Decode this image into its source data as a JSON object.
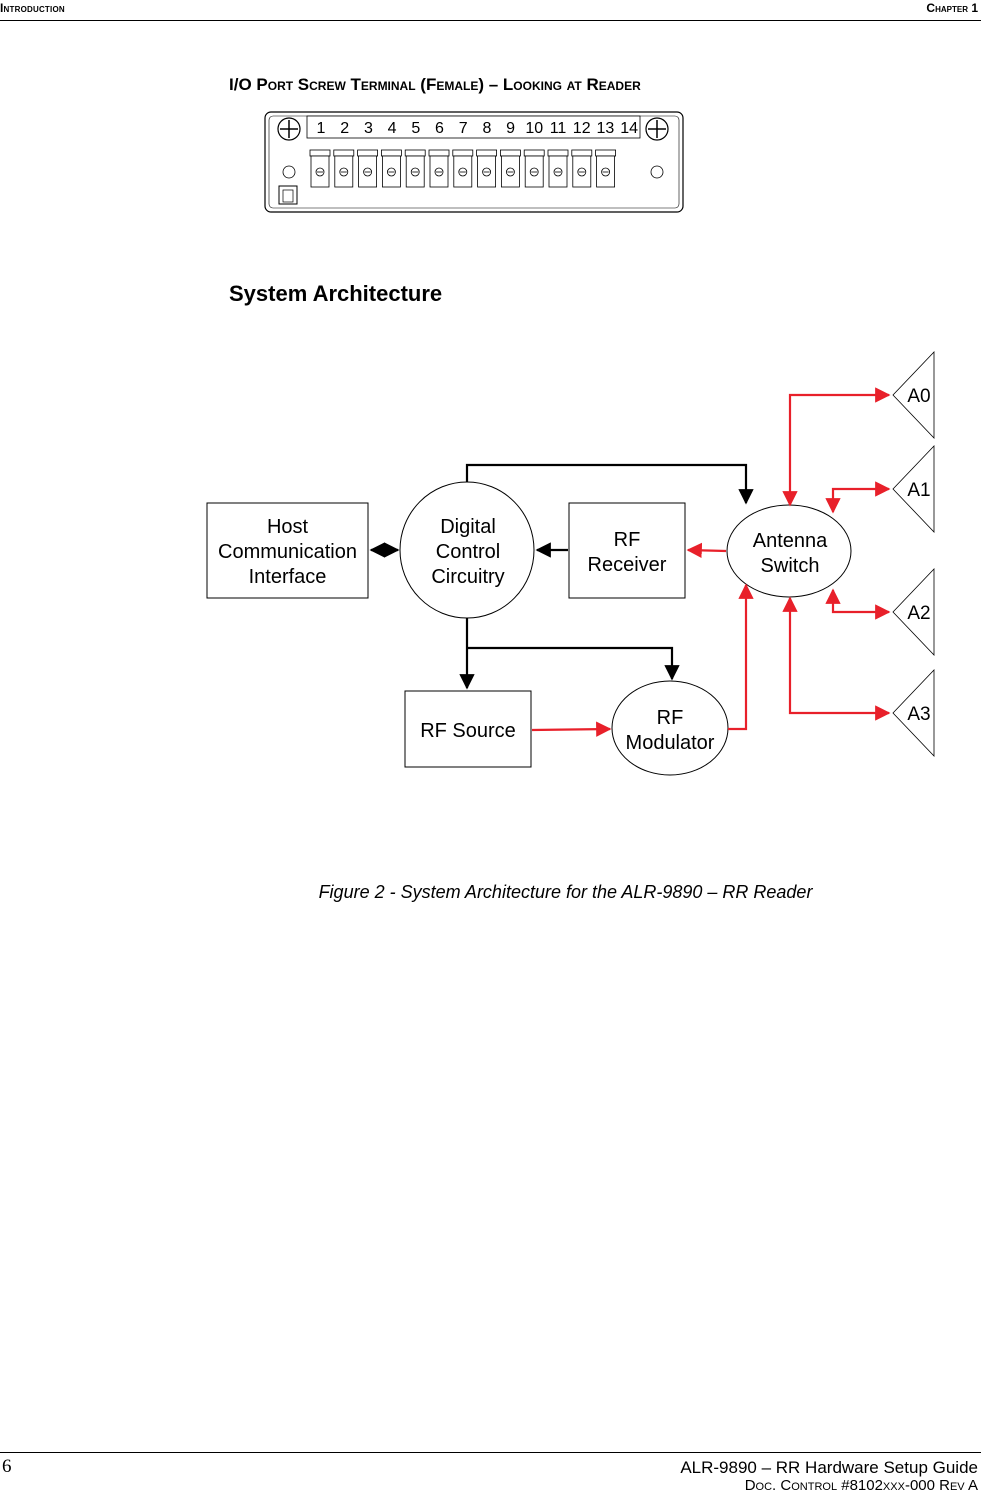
{
  "header": {
    "left": "Introduction",
    "right": "Chapter 1"
  },
  "io_heading": "I/O Port Screw Terminal (Female) – Looking at Reader",
  "terminal": {
    "pins": [
      "1",
      "2",
      "3",
      "4",
      "5",
      "6",
      "7",
      "8",
      "9",
      "10",
      "11",
      "12",
      "13",
      "14"
    ]
  },
  "section_title": "System Architecture",
  "diagram": {
    "host_1": "Host",
    "host_2": "Communication",
    "host_3": "Interface",
    "dcc_1": "Digital",
    "dcc_2": "Control",
    "dcc_3": "Circuitry",
    "rfrx_1": "RF",
    "rfrx_2": "Receiver",
    "antsw_1": "Antenna",
    "antsw_2": "Switch",
    "rfsrc": "RF Source",
    "rfmod_1": "RF",
    "rfmod_2": "Modulator",
    "a0": "A0",
    "a1": "A1",
    "a2": "A2",
    "a3": "A3",
    "colors": {
      "rf_path": "#e8202a",
      "control_path": "#000000"
    }
  },
  "caption": "Figure 2 - System Architecture for the ALR-9890 – RR  Reader",
  "footer": {
    "page_number": "6",
    "line1": "ALR-9890 – RR Hardware Setup Guide",
    "line2": "Doc. Control #8102xxx-000 Rev A"
  }
}
